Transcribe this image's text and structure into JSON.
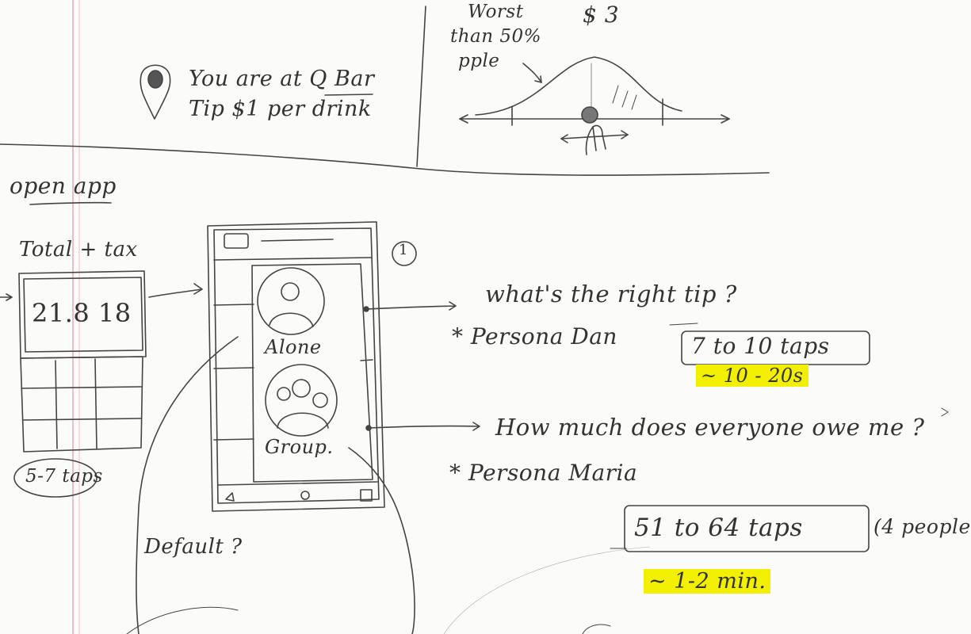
{
  "pin_note": {
    "line1": "You are at Q Bar",
    "line2": "Tip $1 per drink"
  },
  "distribution_note": {
    "worst_label": "Worst",
    "worst_pct": "than 50%",
    "people": "pple",
    "amount": "$ 3"
  },
  "open_app": "open app",
  "receipt": {
    "title": "Total + tax",
    "amount": "21.8 18",
    "taps": "5-7 taps"
  },
  "phone": {
    "step_number": "1",
    "option_alone": "Alone",
    "option_group": "Group."
  },
  "default_note": "Default ?",
  "flow_alone": {
    "question": "what's the right tip ?",
    "persona": "* Persona Dan",
    "taps": "7 to 10 taps",
    "time": "~ 10 - 20s"
  },
  "flow_group": {
    "question": "How much does everyone owe me ?",
    "persona": "* Persona Maria",
    "taps": "51 to 64 taps",
    "people": "(4 people",
    "time": "~ 1-2 min."
  },
  "colors": {
    "paper": "#fbfbf9",
    "margin_line": "#e9a8b4",
    "pencil": "#444444",
    "highlighter": "#f2f000"
  }
}
